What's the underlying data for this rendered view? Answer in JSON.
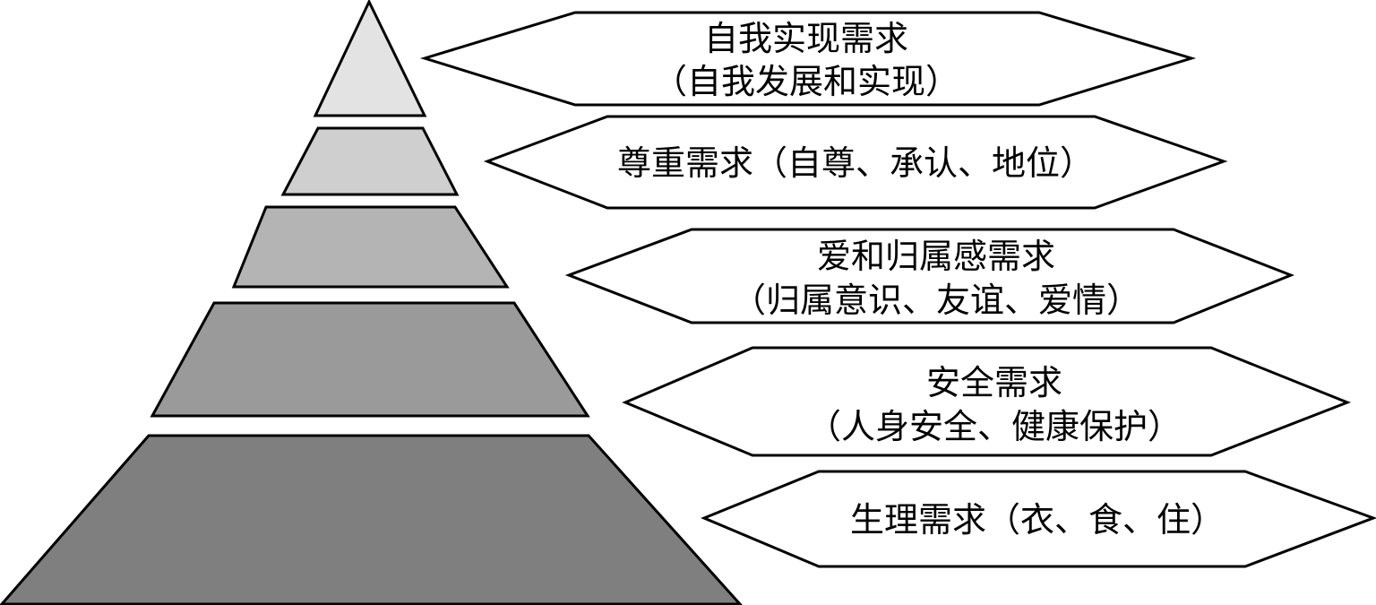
{
  "pyramid": {
    "levels": [
      {
        "id": "self-actualization",
        "fill": "#e3e3e3",
        "lines": [
          "自我实现需求",
          "（自我发展和实现）"
        ]
      },
      {
        "id": "esteem",
        "fill": "#cfcfcf",
        "lines": [
          "尊重需求（自尊、承认、地位）"
        ]
      },
      {
        "id": "love-belonging",
        "fill": "#b4b4b4",
        "lines": [
          "爱和归属感需求",
          "（归属意识、友谊、爱情）"
        ]
      },
      {
        "id": "safety",
        "fill": "#9a9a9a",
        "lines": [
          "安全需求",
          "（人身安全、健康保护）"
        ]
      },
      {
        "id": "physiological",
        "fill": "#7f7f7f",
        "lines": [
          "生理需求（衣、食、住）"
        ]
      }
    ]
  }
}
